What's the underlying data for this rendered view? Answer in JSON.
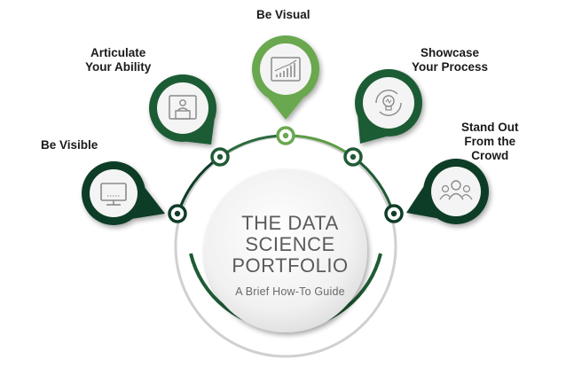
{
  "colors": {
    "dark_green": "#0f3d28",
    "mid_green": "#2b6a3c",
    "accent_green": "#7cb342",
    "ring_gray": "#d9d9d9",
    "icon_bg": "#f2f2f2"
  },
  "center": {
    "title_lines": [
      "THE DATA",
      "SCIENCE",
      "PORTFOLIO"
    ],
    "subtitle": "A Brief How-To Guide"
  },
  "steps": [
    {
      "label_lines": [
        "Be Visible"
      ],
      "icon": "monitor-icon",
      "color": "#0f3d28"
    },
    {
      "label_lines": [
        "Articulate",
        "Your Ability"
      ],
      "icon": "presenter-podium-icon",
      "color": "#1f5b35"
    },
    {
      "label_lines": [
        "Be Visual"
      ],
      "icon": "chart-icon",
      "color": "#6aa84f"
    },
    {
      "label_lines": [
        "Showcase",
        "Your Process"
      ],
      "icon": "lightbulb-cycle-icon",
      "color": "#1f5b35"
    },
    {
      "label_lines": [
        "Stand Out",
        "From the",
        "Crowd"
      ],
      "icon": "people-group-icon",
      "color": "#0f3d28"
    }
  ]
}
